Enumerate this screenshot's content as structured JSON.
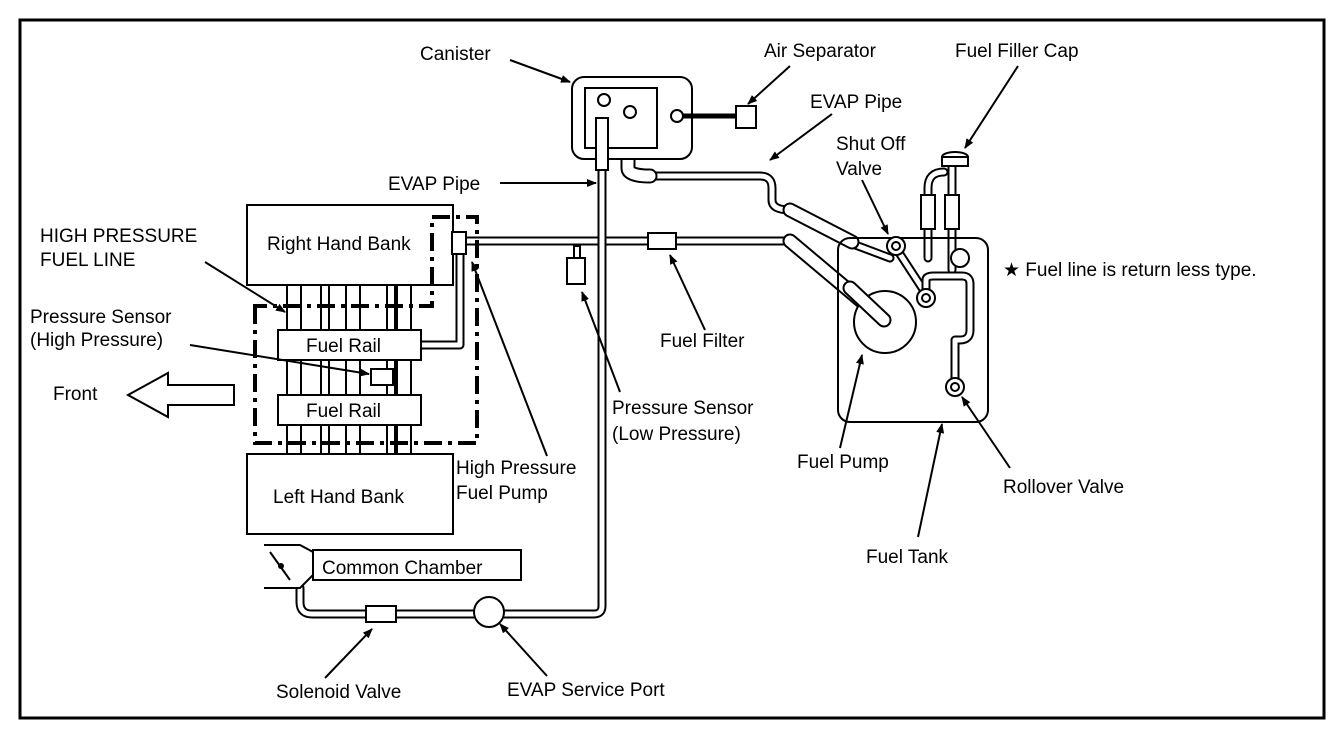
{
  "labels": {
    "canister": "Canister",
    "air_separator": "Air Separator",
    "fuel_filler_cap": "Fuel Filler Cap",
    "evap_pipe_top": "EVAP Pipe",
    "shut_off_valve_1": "Shut Off",
    "shut_off_valve_2": "Valve",
    "evap_pipe_mid": "EVAP Pipe",
    "high_pressure_fuel_line_1": "HIGH PRESSURE",
    "high_pressure_fuel_line_2": "FUEL LINE",
    "right_hand_bank": "Right Hand Bank",
    "pressure_sensor_high_1": "Pressure Sensor",
    "pressure_sensor_high_2": "(High Pressure)",
    "fuel_rail_upper": "Fuel Rail",
    "fuel_rail_lower": "Fuel Rail",
    "front": "Front",
    "left_hand_bank": "Left Hand Bank",
    "high_pressure_fuel_pump_1": "High Pressure",
    "high_pressure_fuel_pump_2": "Fuel Pump",
    "fuel_filter": "Fuel Filter",
    "pressure_sensor_low_1": "Pressure Sensor",
    "pressure_sensor_low_2": "(Low Pressure)",
    "fuel_pump": "Fuel Pump",
    "rollover_valve": "Rollover Valve",
    "fuel_tank": "Fuel Tank",
    "common_chamber": "Common Chamber",
    "solenoid_valve": "Solenoid Valve",
    "evap_service_port": "EVAP Service Port",
    "note": "★ Fuel line is return less type."
  }
}
